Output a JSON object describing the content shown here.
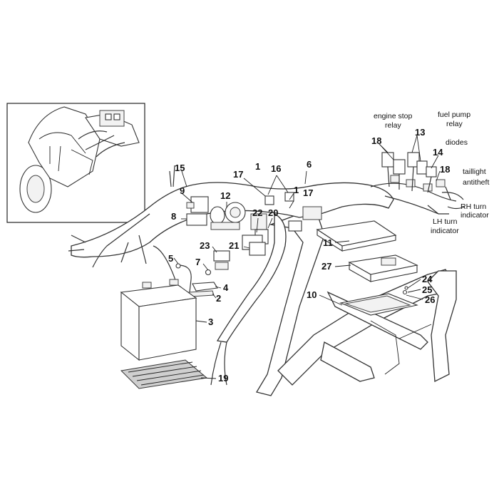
{
  "callouts": {
    "n1a": "1",
    "n1b": "1",
    "n2": "2",
    "n3": "3",
    "n4": "4",
    "n5": "5",
    "n6": "6",
    "n7": "7",
    "n8": "8",
    "n9": "9",
    "n10": "10",
    "n11": "11",
    "n12": "12",
    "n13": "13",
    "n14": "14",
    "n15": "15",
    "n16": "16",
    "n17a": "17",
    "n17b": "17",
    "n18a": "18",
    "n18b": "18",
    "n19": "19",
    "n20": "20",
    "n21": "21",
    "n22": "22",
    "n23": "23",
    "n24": "24",
    "n25": "25",
    "n26": "26",
    "n27": "27"
  },
  "text_labels": {
    "engine_stop_relay": [
      "engine stop",
      "relay"
    ],
    "fuel_pump_relay": [
      "fuel pump",
      "relay"
    ],
    "diodes": "diodes",
    "taillight": "taillight",
    "antitheft": "antitheft",
    "rh_turn_indicator": [
      "RH turn",
      "indicator"
    ],
    "lh_turn_indicator": [
      "LH turn",
      "indicator"
    ]
  }
}
